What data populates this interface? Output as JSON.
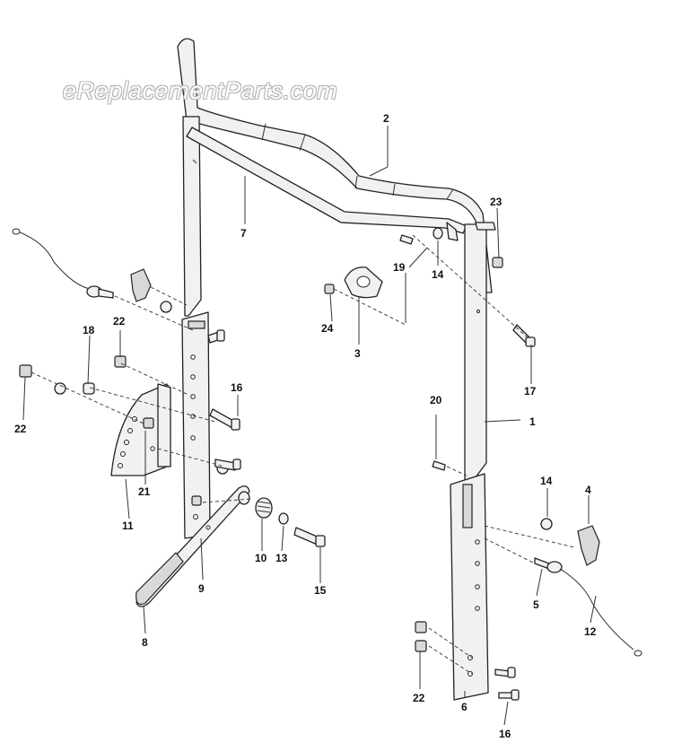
{
  "watermark": "eReplacementParts.com",
  "callouts": [
    {
      "id": "c1",
      "label": "1"
    },
    {
      "id": "c2",
      "label": "2"
    },
    {
      "id": "c3",
      "label": "3"
    },
    {
      "id": "c4",
      "label": "4"
    },
    {
      "id": "c5",
      "label": "5"
    },
    {
      "id": "c6",
      "label": "6"
    },
    {
      "id": "c7",
      "label": "7"
    },
    {
      "id": "c8",
      "label": "8"
    },
    {
      "id": "c9",
      "label": "9"
    },
    {
      "id": "c10",
      "label": "10"
    },
    {
      "id": "c11",
      "label": "11"
    },
    {
      "id": "c12",
      "label": "12"
    },
    {
      "id": "c13",
      "label": "13"
    },
    {
      "id": "c14a",
      "label": "14"
    },
    {
      "id": "c14b",
      "label": "14"
    },
    {
      "id": "c15",
      "label": "15"
    },
    {
      "id": "c16a",
      "label": "16"
    },
    {
      "id": "c16b",
      "label": "16"
    },
    {
      "id": "c17",
      "label": "17"
    },
    {
      "id": "c18",
      "label": "18"
    },
    {
      "id": "c19",
      "label": "19"
    },
    {
      "id": "c20",
      "label": "20"
    },
    {
      "id": "c21",
      "label": "21"
    },
    {
      "id": "c22a",
      "label": "22"
    },
    {
      "id": "c22b",
      "label": "22"
    },
    {
      "id": "c22c",
      "label": "22"
    },
    {
      "id": "c23",
      "label": "23"
    },
    {
      "id": "c24",
      "label": "24"
    }
  ]
}
